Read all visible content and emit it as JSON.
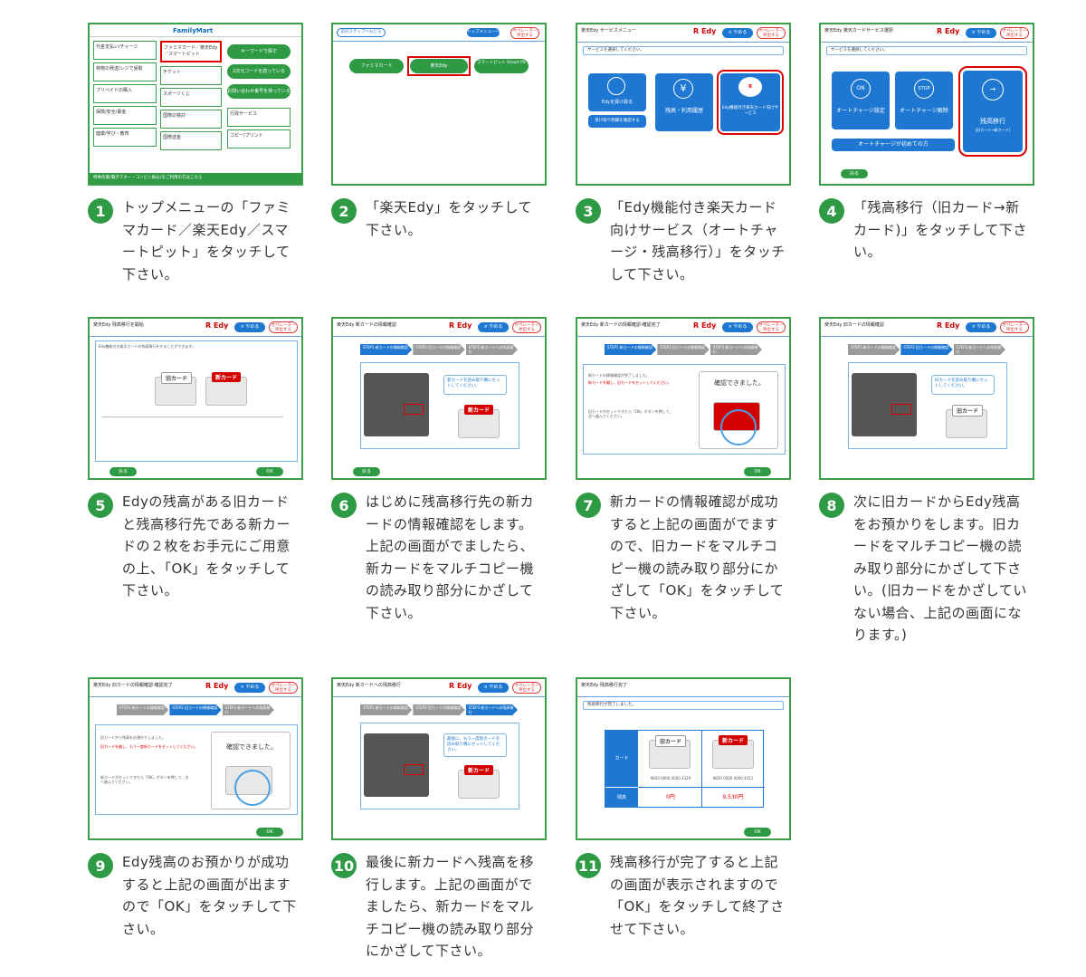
{
  "colors": {
    "accent": "#2e9a44",
    "blue": "#1e78d2",
    "red": "#d40000"
  },
  "common": {
    "cancel": "× やめる",
    "help": "オペレーター呼出する",
    "back": "戻る",
    "ok": "OK",
    "rakuten": "R Edy"
  },
  "stepbar": {
    "s1": "STEP1 新カードの情報確認",
    "s2": "STEP2 旧カードの情報確認",
    "s3": "STEP3 新カードへの残高移行"
  },
  "shots": {
    "s1": {
      "logo": "FamilyMart",
      "items": [
        "代金支払い/チャージ",
        "荷物の発送/レジで受取",
        "プリペイドの購入",
        "保険/安全/募金",
        "健康/学び・教育"
      ],
      "highlight": "ファミマカード／楽天Edy／スマートピット",
      "mid": [
        "チケット",
        "スポーツくじ",
        "国際の検討",
        "国際送金"
      ],
      "right": [
        "キーワードで探す",
        "2次元コードを読っている",
        "お問い合わせ番号を持っている",
        "行政サービス",
        "コピー/プリント"
      ],
      "footer": "特殊作業(電子マネー・コンビニ振込)をご利用の方はこちら"
    },
    "s2": {
      "btn1": "ファミマカード",
      "btn2": "楽天Edy",
      "btn3": "スマートピット Smart Pit",
      "back": "前のステップへもどる",
      "top": "トップメニューへ"
    },
    "s3": {
      "hdr": "楽天Edy サービスメニュー",
      "msg": "サービスを選択してください。",
      "b1": "Edyを受け取る",
      "b2": "残高・利用履歴",
      "b3": "Edy機能付き楽天カード向けサービス",
      "sub": "受け取り明細を確認する"
    },
    "s4": {
      "hdr": "楽天Edy 楽天カードサービス選択",
      "msg": "サービスを選択してください。",
      "b1": "オートチャージ設定",
      "b2": "オートチャージ解除",
      "b3": "残高移行",
      "b3sub": "(旧カード→新カード)",
      "bar": "オートチャージが初めての方"
    },
    "s5": {
      "hdr": "楽天Edy 残高移行を開始",
      "msg": "Edy機能付き楽天カードの残高移行をすることができます。",
      "old": "旧カード",
      "new": "新カード"
    },
    "s6": {
      "hdr": "楽天Edy 新カードの情報確認",
      "bubble": "新カードを読み取り機にセットしてください。",
      "new": "新カード"
    },
    "s7": {
      "hdr": "楽天Edy 新カードの情報確認-確認完了",
      "t1": "新カードの情報確認が完了しました。",
      "t2": "新カードを離し、旧カードをセットしてください。",
      "t3": "旧カードがセットできたら「OK」ボタンを押して、次へ進んでください。",
      "done": "確認できました。"
    },
    "s8": {
      "hdr": "楽天Edy 旧カードの情報確認",
      "bubble": "旧カードを読み取り機にセットしてください。",
      "old": "旧カード"
    },
    "s9": {
      "hdr": "楽天Edy 旧カードの情報確認-確認完了",
      "t1": "旧カードから残高をお預かりしました。",
      "t2": "旧カードを離し、もう一度新カードをセットしてください。",
      "t3": "新カードがセットできたら「OK」ボタンを押して、次へ進んでください。",
      "done": "確認できました。"
    },
    "s10": {
      "hdr": "楽天Edy 新カードへの残高移行",
      "bubble": "最後に、もう一度新カードを読み取り機にセットしてください。",
      "new": "新カード"
    },
    "s11": {
      "hdr": "楽天Edy 残高移行完了",
      "msg": "残高移行が完了しました。",
      "rowcard": "カード",
      "rowbal": "残高",
      "num1": "9830 0000 0000 4329",
      "num2": "9830 0000 0000 4311",
      "bal1": "0円",
      "bal2": "9,530円",
      "old": "旧カード",
      "new": "新カード"
    }
  },
  "captions": [
    "トップメニューの「ファミマカード／楽天Edy／スマートピット」をタッチして下さい。",
    "「楽天Edy」をタッチして下さい。",
    "「Edy機能付き楽天カード向けサービス（オートチャージ・残高移行）」をタッチして下さい。",
    "「残高移行（旧カード→新カード)」をタッチして下さい。",
    "Edyの残高がある旧カードと残高移行先である新カードの２枚をお手元にご用意の上、「OK」をタッチして下さい。",
    "はじめに残高移行先の新カードの情報確認をします。上記の画面がでましたら、新カードをマルチコピー機の読み取り部分にかざして下さい。",
    "新カードの情報確認が成功すると上記の画面がでますので、旧カードをマルチコピー機の読み取り部分にかざして「OK」をタッチして下さい。",
    "次に旧カードからEdy残高をお預かりをします。旧カードをマルチコピー機の読み取り部分にかざして下さい。(旧カードをかざしていない場合、上記の画面になります。)",
    "Edy残高のお預かりが成功すると上記の画面が出ますので「OK」をタッチして下さい。",
    "最後に新カードへ残高を移行します。上記の画面がでましたら、新カードをマルチコピー機の読み取り部分にかざして下さい。",
    "残高移行が完了すると上記の画面が表示されますので「OK」をタッチして終了させて下さい。"
  ],
  "numbers": [
    "1",
    "2",
    "3",
    "4",
    "5",
    "6",
    "7",
    "8",
    "9",
    "10",
    "11"
  ]
}
